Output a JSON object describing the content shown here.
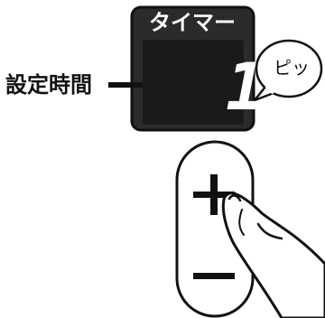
{
  "timer": {
    "label": "タイマー",
    "display_digit": "1"
  },
  "callout": {
    "setting_time_label": "設定時間"
  },
  "sound": {
    "beep": "ピッ"
  },
  "buttons": {
    "plus": "+",
    "minus": "−"
  },
  "colors": {
    "panel": "#2b2b2b",
    "panel_border": "#111111",
    "display": "#1a1a1a",
    "ink": "#111111",
    "background": "#ffffff"
  },
  "icons": {
    "hand": "pointing-finger-icon"
  }
}
